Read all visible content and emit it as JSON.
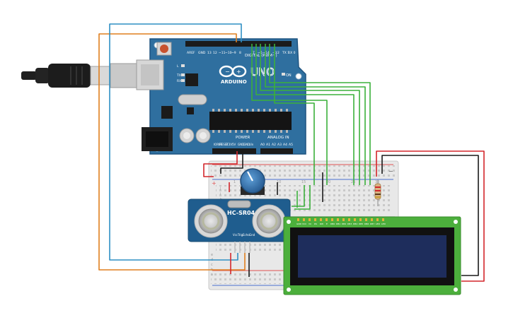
{
  "arduino": {
    "logo_text": "ARDUINO",
    "model": "UNO",
    "digital_label": "DIGITAL (PWM~)",
    "power_label": "POWER",
    "analog_label": "ANALOG IN",
    "on_label": "ON",
    "tx_label": "TX",
    "rx_label": "RX",
    "l_label": "L",
    "aref_label": "AREF",
    "gnd_label": "GND",
    "digital_pins": [
      "13",
      "12",
      "~11",
      "~10",
      "~9",
      "8",
      "7",
      "~6",
      "~5",
      "4",
      "~3",
      "2",
      "TX 1",
      "RX 0"
    ],
    "power_pins": [
      "IOREF",
      "RESET",
      "3.3V",
      "5V",
      "GND",
      "GND",
      "Vin"
    ],
    "analog_pins": [
      "A0",
      "A1",
      "A2",
      "A3",
      "A4",
      "A5"
    ]
  },
  "sensor": {
    "name": "HC-SR04",
    "pins": [
      "Vcc",
      "Trig",
      "Echo",
      "Gnd"
    ]
  },
  "breadboard": {
    "row_letters_top": [
      "j",
      "i",
      "h",
      "g",
      "f"
    ],
    "row_letters_bottom": [
      "e",
      "d",
      "c",
      "b",
      "a"
    ],
    "column_numbers": [
      "1",
      "5",
      "10",
      "15",
      "20",
      "25",
      "30"
    ]
  },
  "lcd": {
    "pin_labels": [
      "GND",
      "VCC",
      "V0",
      "RS",
      "RW",
      "E",
      "DB0",
      "DB1",
      "DB2",
      "DB3",
      "DB4",
      "DB5",
      "DB6",
      "DB7",
      "LED",
      "LED"
    ]
  },
  "colors": {
    "arduino_blue": "#2f6f9f",
    "wire_orange": "#e07f1e",
    "wire_blue": "#2f8fc4",
    "wire_green": "#3bb03b",
    "wire_red": "#d3262b",
    "wire_black": "#1a1a1a",
    "lcd_green": "#4caf3c",
    "lcd_screen": "#1e2d5c",
    "sensor_blue": "#1f5d8e"
  }
}
